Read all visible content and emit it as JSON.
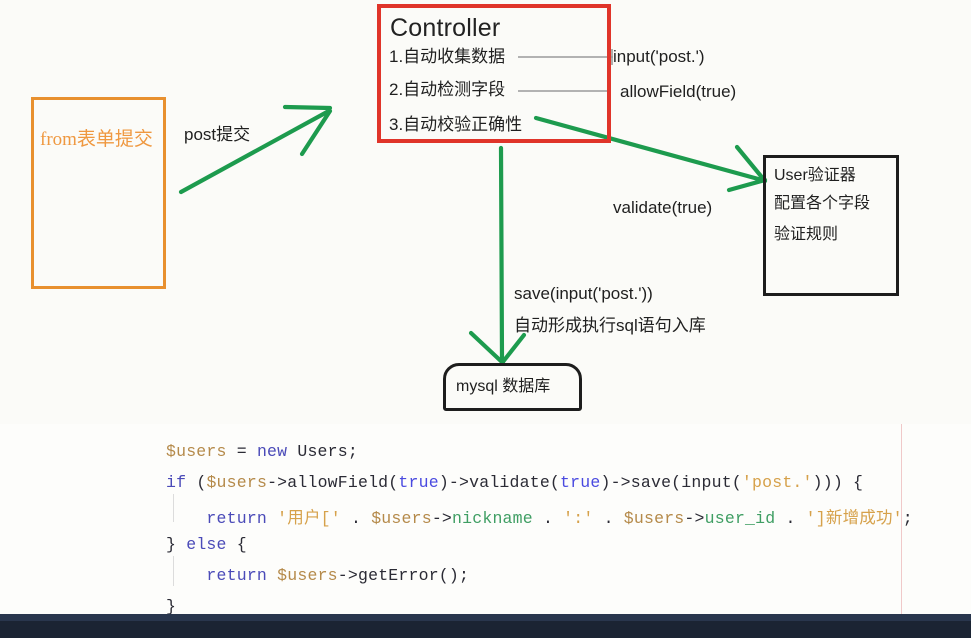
{
  "diagram": {
    "controller": {
      "title": "Controller",
      "items": [
        "1.自动收集数据",
        "2.自动检测字段",
        "3.自动校验正确性"
      ],
      "border_color": "#e0342a"
    },
    "form_box": {
      "label": "from表单提交",
      "border_color": "#e8902f",
      "text_color": "#ef9840"
    },
    "validator_box": {
      "lines": [
        "User验证器",
        "配置各个字段",
        "验证规则"
      ],
      "border_color": "#1d1d1d"
    },
    "mysql_box": {
      "label": "mysql 数据库",
      "border_color": "#1d1d1d"
    },
    "edge_labels": {
      "post": "post提交",
      "input": "input('post.')",
      "allow_field": "allowField(true)",
      "validate": "validate(true)",
      "save": "save(input('post.'))",
      "sql": "自动形成执行sql语句入库"
    },
    "arrow_color": "#1d9b4e",
    "connector_color": "#9a9a9a"
  },
  "code": {
    "background": "#fdfdfb",
    "ruler_color": "#f0c9c9",
    "lines": [
      [
        {
          "t": "$users",
          "c": "v"
        },
        {
          "t": " = ",
          "c": "p"
        },
        {
          "t": "new",
          "c": "k"
        },
        {
          "t": " Users;",
          "c": "p"
        }
      ],
      [
        {
          "t": "if",
          "c": "k"
        },
        {
          "t": " (",
          "c": "p"
        },
        {
          "t": "$users",
          "c": "v"
        },
        {
          "t": "->allowField(",
          "c": "p"
        },
        {
          "t": "true",
          "c": "b"
        },
        {
          "t": ")->validate(",
          "c": "p"
        },
        {
          "t": "true",
          "c": "b"
        },
        {
          "t": ")->save(input(",
          "c": "p"
        },
        {
          "t": "'post.'",
          "c": "s"
        },
        {
          "t": "))) {",
          "c": "p"
        }
      ],
      [
        {
          "t": "    ",
          "c": "p"
        },
        {
          "t": "return",
          "c": "k"
        },
        {
          "t": " ",
          "c": "p"
        },
        {
          "t": "'用户['",
          "c": "s"
        },
        {
          "t": " . ",
          "c": "p"
        },
        {
          "t": "$users",
          "c": "v"
        },
        {
          "t": "->",
          "c": "p"
        },
        {
          "t": "nickname",
          "c": "m"
        },
        {
          "t": " . ",
          "c": "p"
        },
        {
          "t": "':'",
          "c": "s"
        },
        {
          "t": " . ",
          "c": "p"
        },
        {
          "t": "$users",
          "c": "v"
        },
        {
          "t": "->",
          "c": "p"
        },
        {
          "t": "user_id",
          "c": "m"
        },
        {
          "t": " . ",
          "c": "p"
        },
        {
          "t": "']新增成功'",
          "c": "s"
        },
        {
          "t": ";",
          "c": "p"
        }
      ],
      [
        {
          "t": "} ",
          "c": "p"
        },
        {
          "t": "else",
          "c": "k"
        },
        {
          "t": " {",
          "c": "p"
        }
      ],
      [
        {
          "t": "    ",
          "c": "p"
        },
        {
          "t": "return",
          "c": "k"
        },
        {
          "t": " ",
          "c": "p"
        },
        {
          "t": "$users",
          "c": "v"
        },
        {
          "t": "->getError();",
          "c": "p"
        }
      ],
      [
        {
          "t": "}",
          "c": "p"
        }
      ]
    ]
  },
  "chrome": {
    "bottom_bar_color": "#1b2433"
  }
}
